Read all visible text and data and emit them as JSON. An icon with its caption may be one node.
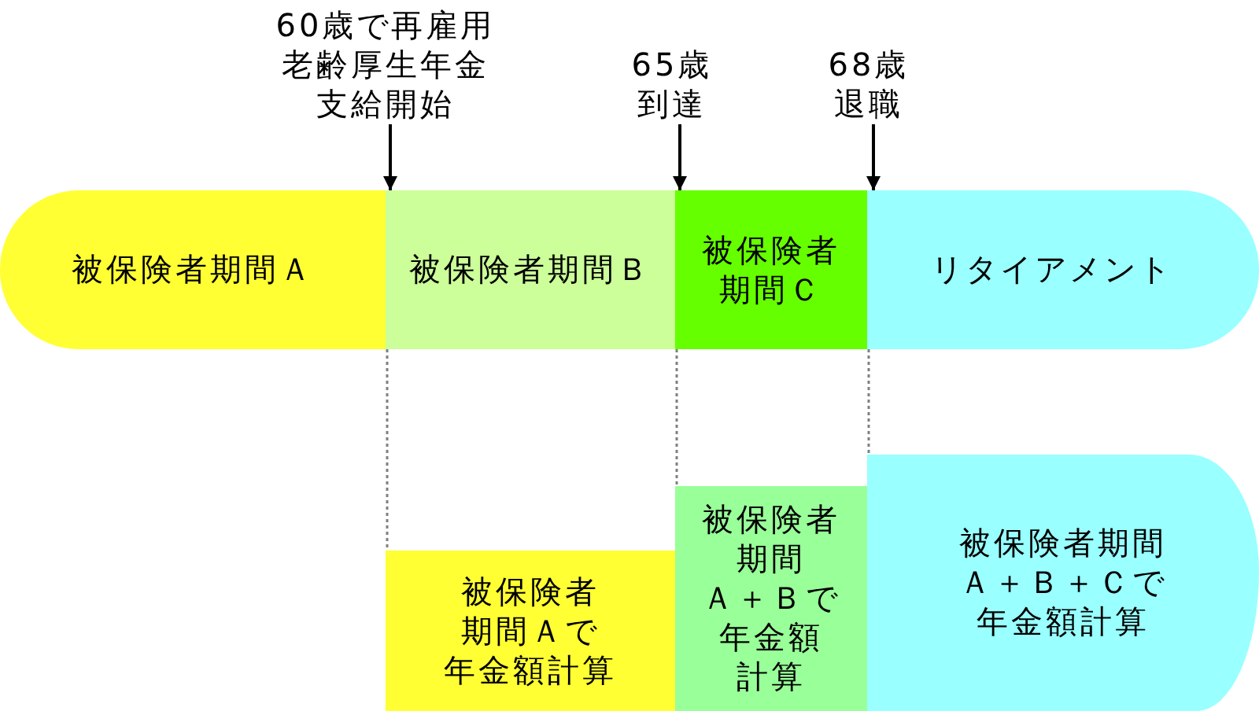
{
  "diagram": {
    "nodes": [
      {
        "text": [
          "60歳で再雇用老齢厚生年金支給開始"
        ]
      },
      {
        "text": [
          "65歳到達"
        ]
      },
      {
        "text": [
          "68歳退職"
        ]
      },
      {
        "text": [
          "被保険者期間Ａ"
        ]
      },
      {
        "text": [
          "被保険者期間Ｂ"
        ]
      },
      {
        "text": [
          "被保険者期間Ｃ"
        ]
      },
      {
        "text": [
          "リタイアメント"
        ]
      },
      {
        "text": [
          "被保険者期間Ａで年金額計算"
        ]
      },
      {
        "text": [
          "被保険者期間Ａ＋Ｂで年金額計算"
        ]
      },
      {
        "text": [
          "被保険者期間Ａ＋Ｂ＋Ｃで年金額計算"
        ]
      }
    ],
    "edges": [
      {
        "from": 0,
        "to": 4,
        "arrow": "to"
      },
      {
        "from": 1,
        "to": 5,
        "arrow": "to"
      },
      {
        "from": 2,
        "to": 6,
        "arrow": "to"
      },
      {
        "from": 4,
        "to": 7,
        "arrow": "none",
        "style": "dashed",
        "color": "#808080"
      },
      {
        "from": 5,
        "to": 8,
        "arrow": "none",
        "style": "dashed",
        "color": "#808080"
      },
      {
        "from": 6,
        "to": 9,
        "arrow": "none",
        "style": "dashed",
        "color": "#808080"
      }
    ]
  }
}
